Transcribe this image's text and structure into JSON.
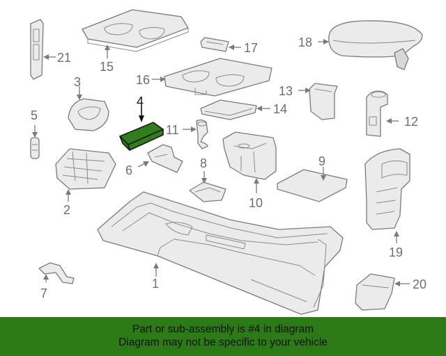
{
  "diagram": {
    "highlighted_part": "4",
    "callouts": [
      "1",
      "2",
      "3",
      "4",
      "5",
      "6",
      "7",
      "8",
      "9",
      "10",
      "11",
      "12",
      "13",
      "14",
      "15",
      "16",
      "17",
      "18",
      "19",
      "20",
      "21"
    ]
  },
  "banner": {
    "line1": "Part or sub-assembly is #4 in diagram",
    "line2": "Diagram may not be specific to your vehicle",
    "background": "#2c7a15"
  },
  "colors": {
    "highlight": "#2f7d1c",
    "line": "#7a7a7a"
  }
}
